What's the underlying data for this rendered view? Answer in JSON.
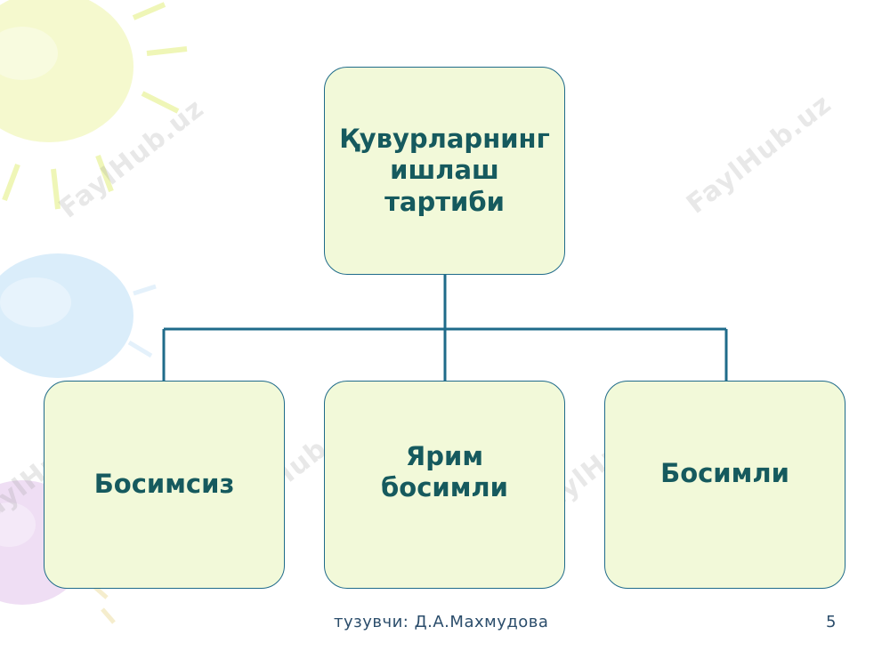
{
  "diagram": {
    "root": {
      "label": "Қувурларнинг\nишлаш\nтартиби"
    },
    "children": [
      {
        "label": "Босимсиз"
      },
      {
        "label": "Ярим\nбосимли"
      },
      {
        "label": "Босимли"
      }
    ]
  },
  "watermark": "FaylHub.uz",
  "footer": {
    "author": "тузувчи: Д.А.Махмудова",
    "page_number": "5"
  },
  "colors": {
    "box_fill": "#f2f9d9",
    "box_border": "#1f6b8a",
    "text": "#165a5e",
    "connector": "#1f6b8a"
  }
}
